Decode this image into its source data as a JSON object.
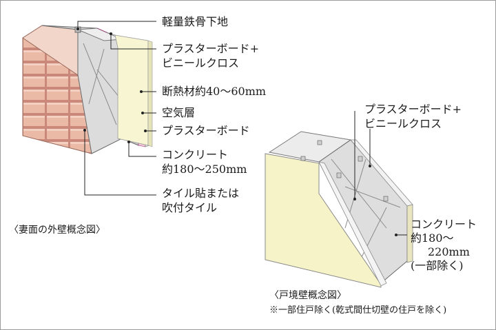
{
  "outer_wall": {
    "labels": {
      "steel_frame": "軽量鉄骨下地",
      "board_cloth_1": "プラスターボード+",
      "board_cloth_2": "ビニールクロス",
      "insulation": "断熱材約40〜60mm",
      "air_layer": "空気層",
      "plaster_board": "プラスターボード",
      "concrete": "コンクリート",
      "concrete_thickness": "約180〜250mm",
      "tile_1": "タイル貼または",
      "tile_2": "吹付タイル"
    },
    "caption": "〈妻面の外壁概念図〉"
  },
  "party_wall": {
    "labels": {
      "board_cloth_1": "プラスターボード+",
      "board_cloth_2": "ビニールクロス",
      "concrete": "コンクリート",
      "thickness_1": "約180〜",
      "thickness_2": "220mm",
      "exception": "(一部除く)"
    },
    "caption": "〈戸境壁概念図〉",
    "note": "※一部住戸除く(乾式間仕切壁の住戸を除く)"
  },
  "colors": {
    "brick": "#e9b9a6",
    "concrete": "#e1e1e1",
    "board": "#f7f5d2",
    "insulation": "#f0c8d6",
    "leader": "#222222"
  }
}
